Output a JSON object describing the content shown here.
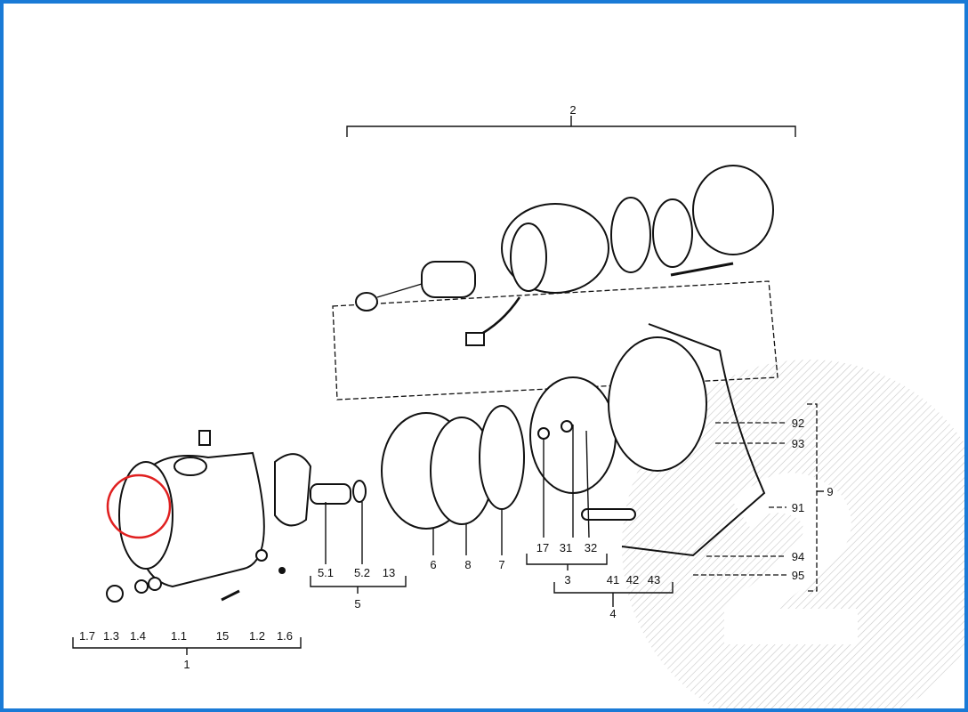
{
  "diagram": {
    "groups": [
      {
        "id": "1",
        "label": "1",
        "items": [
          "1.7",
          "1.3",
          "1.4",
          "1.1",
          "15",
          "1.2",
          "1.6"
        ]
      },
      {
        "id": "2",
        "label": "2",
        "items": []
      },
      {
        "id": "3",
        "label": "3",
        "items": [
          "17",
          "31",
          "32"
        ]
      },
      {
        "id": "4",
        "label": "4",
        "items": [
          "41",
          "42",
          "43"
        ]
      },
      {
        "id": "5",
        "label": "5",
        "items": [
          "5.1",
          "5.2",
          "13"
        ]
      },
      {
        "id": "9",
        "label": "9",
        "items": [
          "92",
          "93",
          "91",
          "94",
          "95"
        ]
      }
    ],
    "single_labels": [
      "6",
      "8",
      "7"
    ],
    "highlight_color": "#e02020",
    "border_color": "#1a7ad6"
  }
}
